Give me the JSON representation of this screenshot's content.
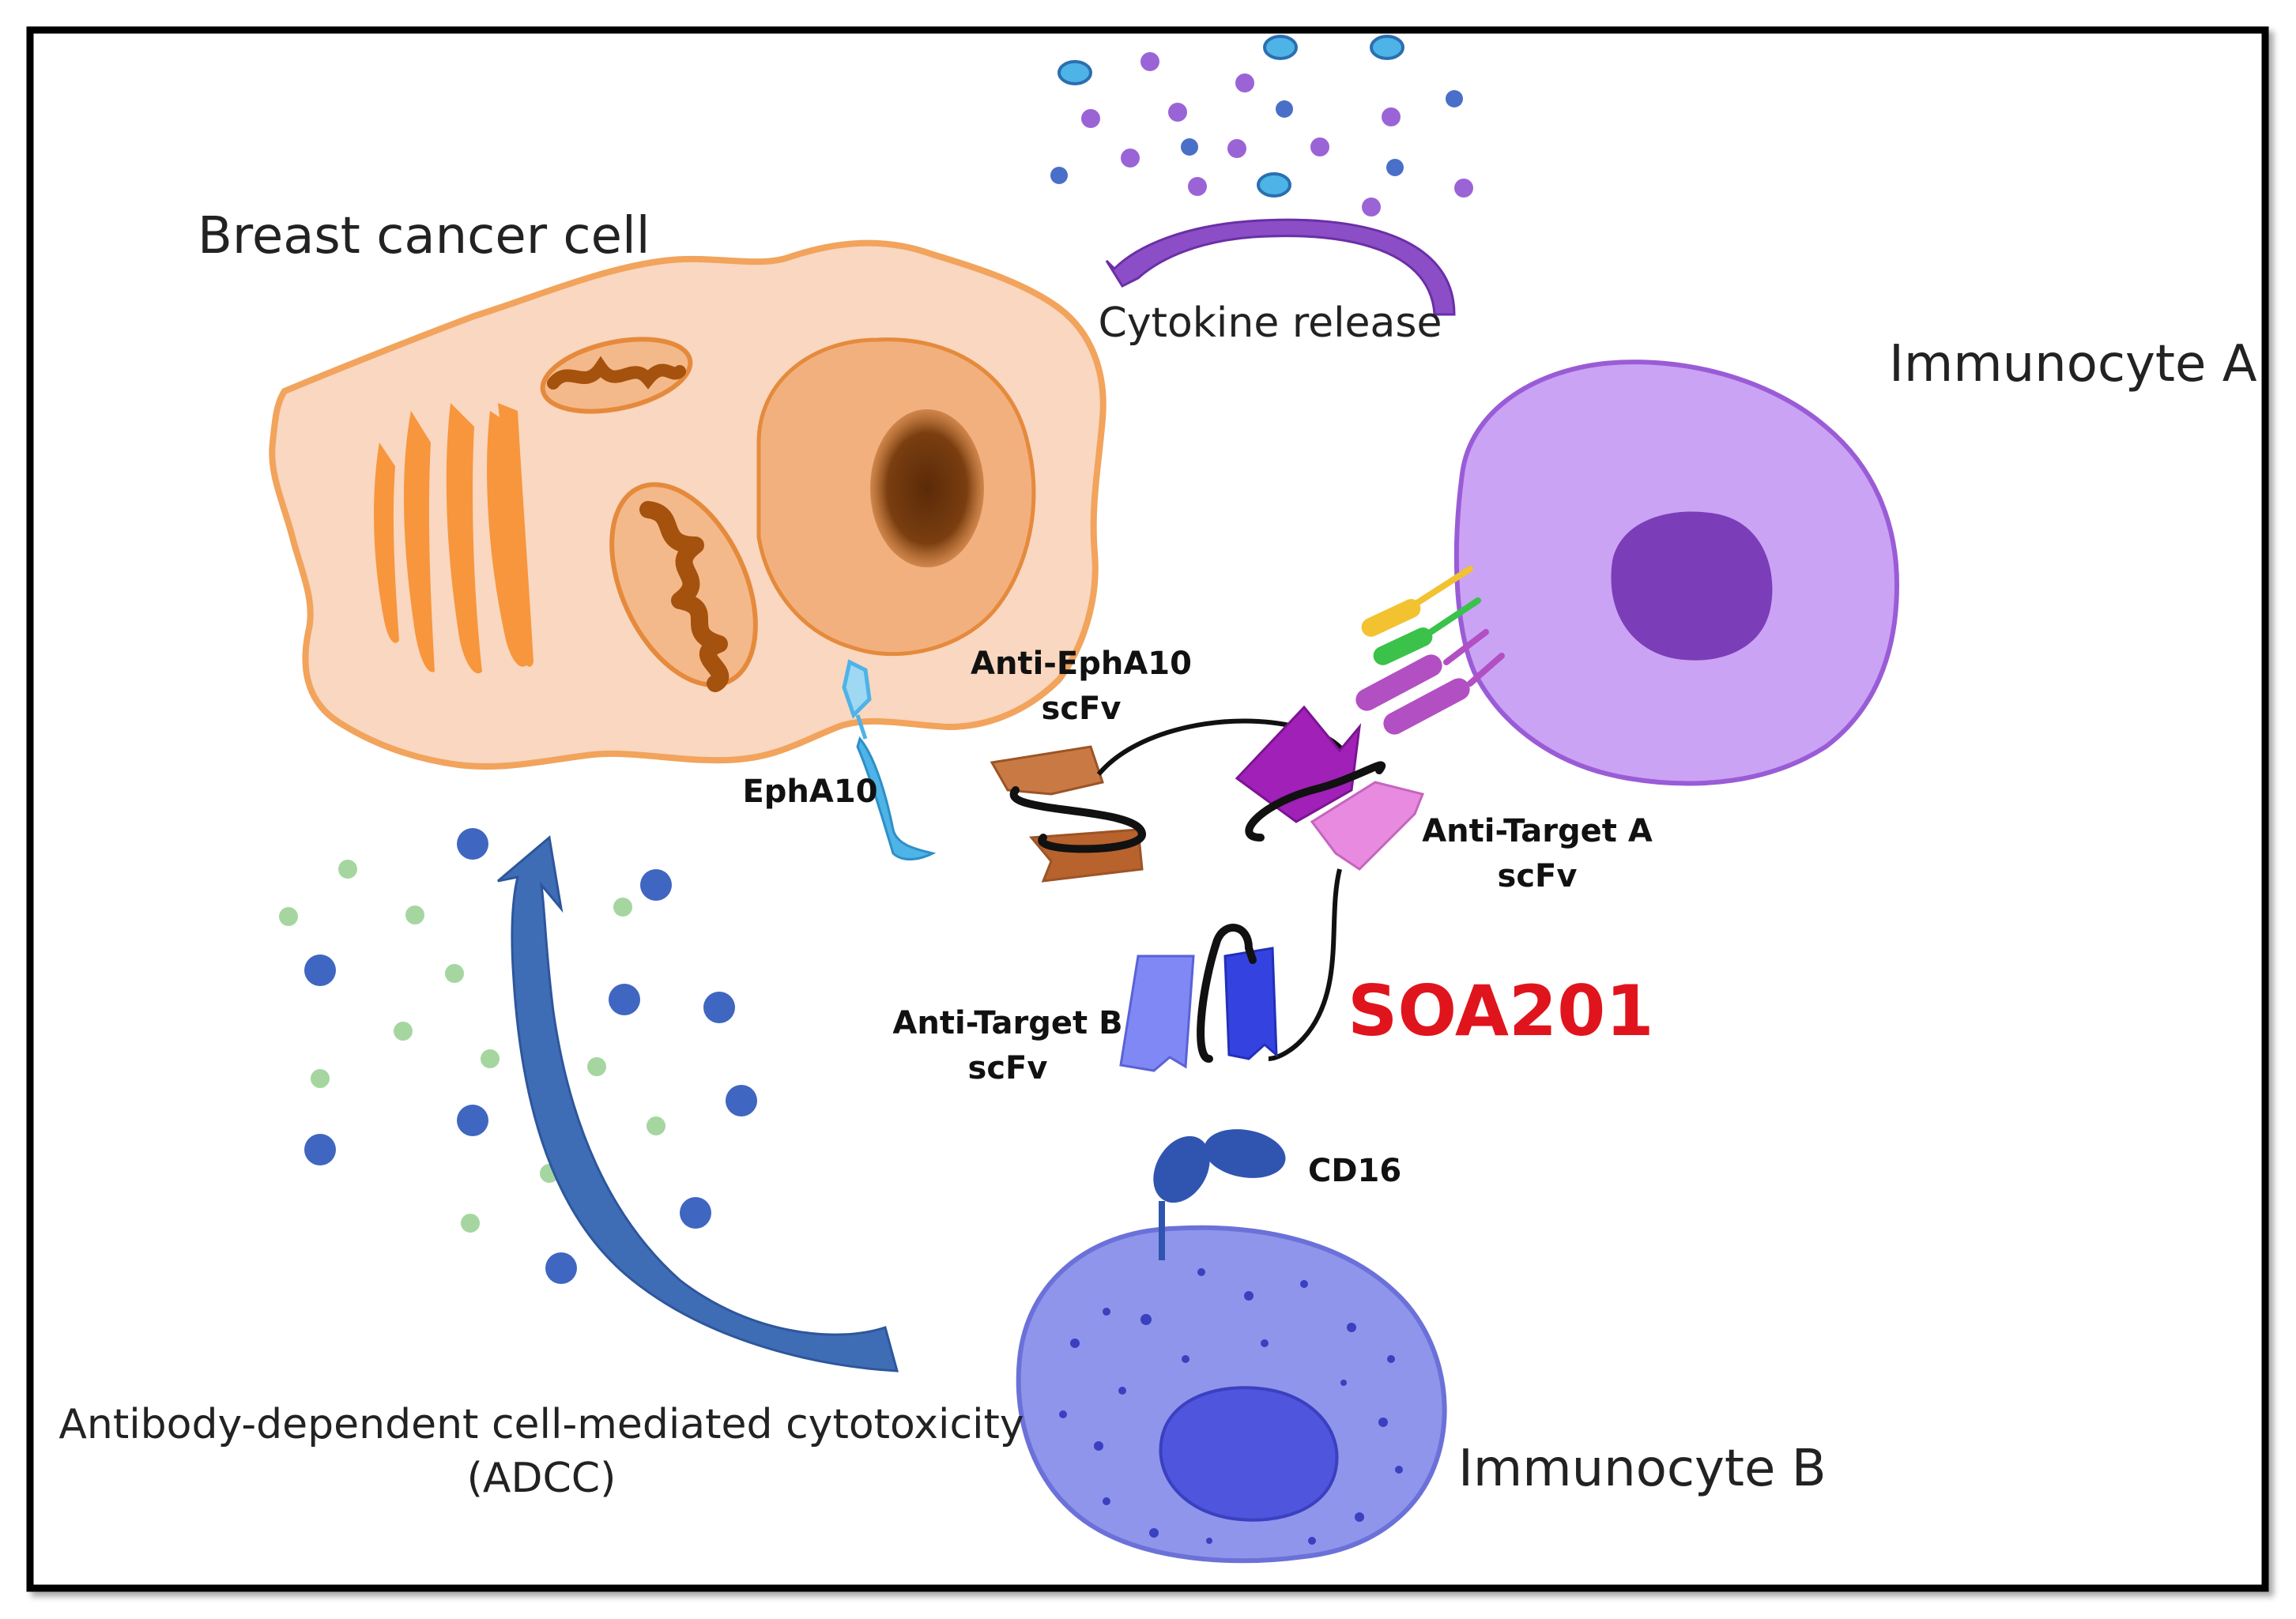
{
  "labels": {
    "breast_cancer_cell": "Breast cancer cell",
    "cytokine_release": "Cytokine release",
    "immunocyte_a": "Immunocyte A",
    "immunocyte_b": "Immunocyte B",
    "anti_epha10_line1": "Anti-EphA10",
    "anti_epha10_line2": "scFv",
    "epha10": "EphA10",
    "anti_target_a_line1": "Anti-Target A",
    "anti_target_a_line2": "scFv",
    "anti_target_b_line1": "Anti-Target B",
    "anti_target_b_line2": "scFv",
    "soa201": "SOA201",
    "cd16": "CD16",
    "adcc_line1": "Antibody-dependent cell-mediated cytotoxicity",
    "adcc_line2": "(ADCC)"
  },
  "colors": {
    "cancer_cell_fill": "#f9d7c0",
    "cancer_cell_stroke": "#f2a35c",
    "organelle_orange": "#f7963d",
    "nucleus_fill": "#f2b07e",
    "chromatin": "#7a3e10",
    "immunocyte_a_fill": "#caa3f5",
    "immunocyte_a_stroke": "#9a5cd6",
    "immunocyte_a_nucleus": "#7b3db8",
    "immunocyte_b_fill": "#8f95ea",
    "immunocyte_b_stroke": "#6b71d8",
    "immunocyte_b_nucleus": "#4f55dc",
    "cytokine_arrow": "#8b4ec7",
    "adcc_arrow": "#3f6db5",
    "epha10_receptor": "#4eb3e6",
    "anti_epha10_domain": "#c97a44",
    "anti_target_a_domain1": "#a020b8",
    "anti_target_a_domain2": "#e88be0",
    "anti_target_b_domain1": "#8088f5",
    "anti_target_b_domain2": "#3443e0",
    "cd16": "#2f55b0",
    "soa201_text": "#e0141c",
    "green_dot": "#a5d6a0",
    "blue_dot": "#3f66c0"
  }
}
